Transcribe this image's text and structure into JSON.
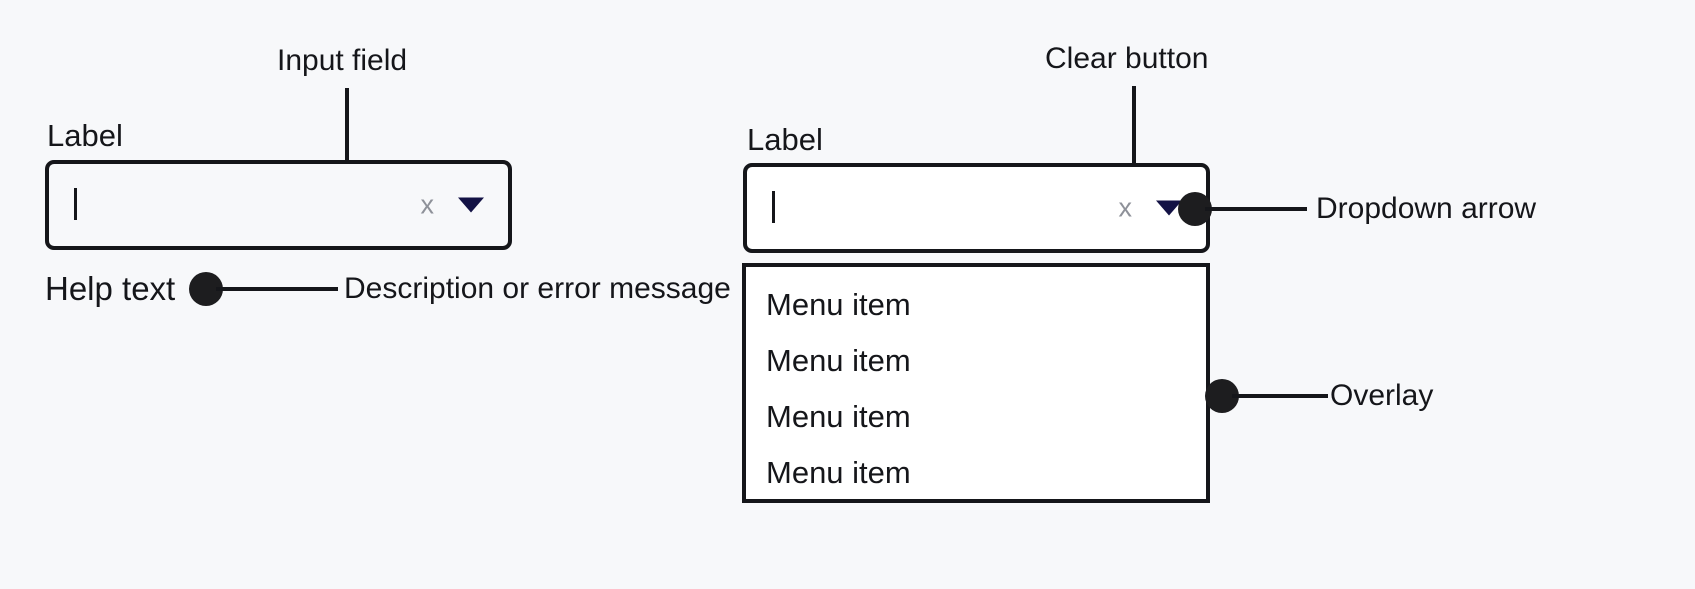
{
  "canvas": {
    "background": "#f7f8fa",
    "ink": "#15161a",
    "accent_arrow": "#131245",
    "muted": "#8e9199",
    "surface": "#ffffff"
  },
  "specimens": {
    "left": {
      "label": "Label",
      "input_value": "",
      "clear_glyph": "x",
      "dropdown_glyph": "caret-down-icon",
      "help_text": "Help text"
    },
    "right": {
      "label": "Label",
      "input_value": "",
      "clear_glyph": "x",
      "dropdown_glyph": "caret-down-icon",
      "menu_items": [
        "Menu item",
        "Menu item",
        "Menu item",
        "Menu item"
      ]
    }
  },
  "annotations": {
    "input_field": "Input field",
    "clear_button": "Clear button",
    "dropdown_arrow": "Dropdown arrow",
    "overlay": "Overlay",
    "description": "Description or error message"
  }
}
